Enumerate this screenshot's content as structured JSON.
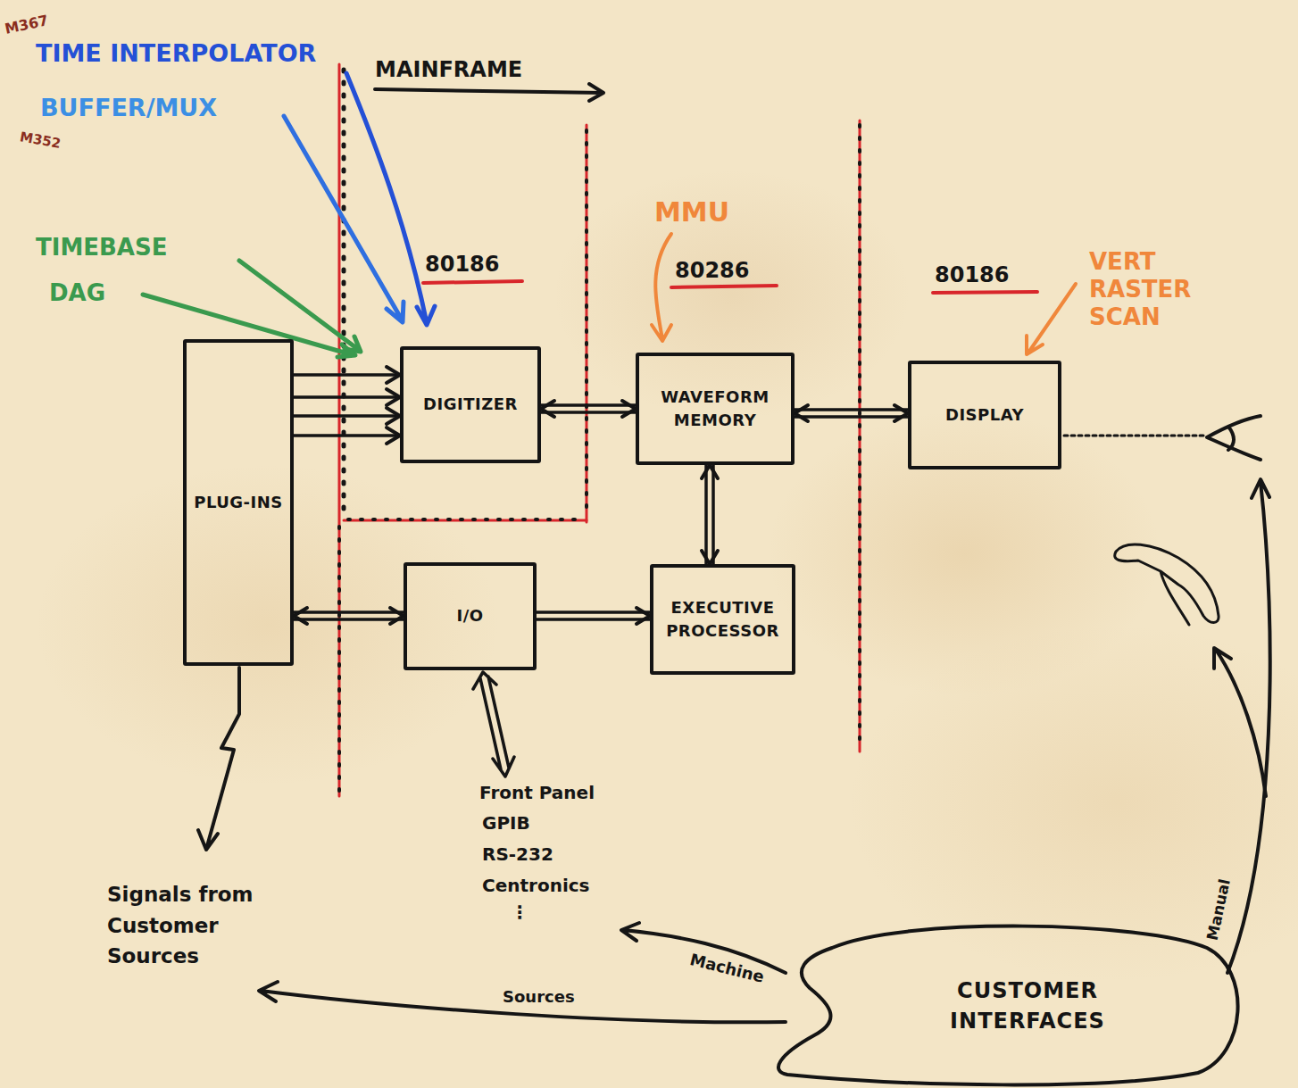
{
  "diagram": {
    "nodes": [
      {
        "text": [
          "PLUG-INS"
        ]
      },
      {
        "text": [
          "DIGITIZER"
        ]
      },
      {
        "text": [
          "WAVEFORM MEMORY"
        ]
      },
      {
        "text": [
          "DISPLAY"
        ]
      },
      {
        "text": [
          "I/O"
        ]
      },
      {
        "text": [
          "EXECUTIVE PROCESSOR"
        ]
      },
      {
        "text": [
          "CUSTOMER INTERFACES"
        ]
      }
    ],
    "edges": [
      {
        "from": 0,
        "to": 1,
        "arrow": "to"
      },
      {
        "from": 0,
        "to": 1,
        "arrow": "to"
      },
      {
        "from": 0,
        "to": 1,
        "arrow": "to"
      },
      {
        "from": 0,
        "to": 1,
        "arrow": "to"
      },
      {
        "from": 1,
        "to": 2,
        "arrow": "both"
      },
      {
        "from": 2,
        "to": 3,
        "arrow": "both"
      },
      {
        "from": 2,
        "to": 5,
        "arrow": "both"
      },
      {
        "from": 0,
        "to": 4,
        "arrow": "both"
      },
      {
        "from": 4,
        "to": 5,
        "arrow": "to"
      }
    ],
    "labels": [
      "M367",
      "TIME INTERPOLATOR",
      "BUFFER/MUX",
      "M352",
      "MAINFRAME",
      "TIMEBASE",
      "DAG",
      "MMU",
      "80186",
      "80286",
      "80186",
      "VERT RASTER SCAN",
      "Front Panel",
      "GPIB",
      "RS-232",
      "Centronics",
      "⋮",
      "Signals from Customer Sources",
      "Machine",
      "Sources",
      "Manual"
    ]
  }
}
